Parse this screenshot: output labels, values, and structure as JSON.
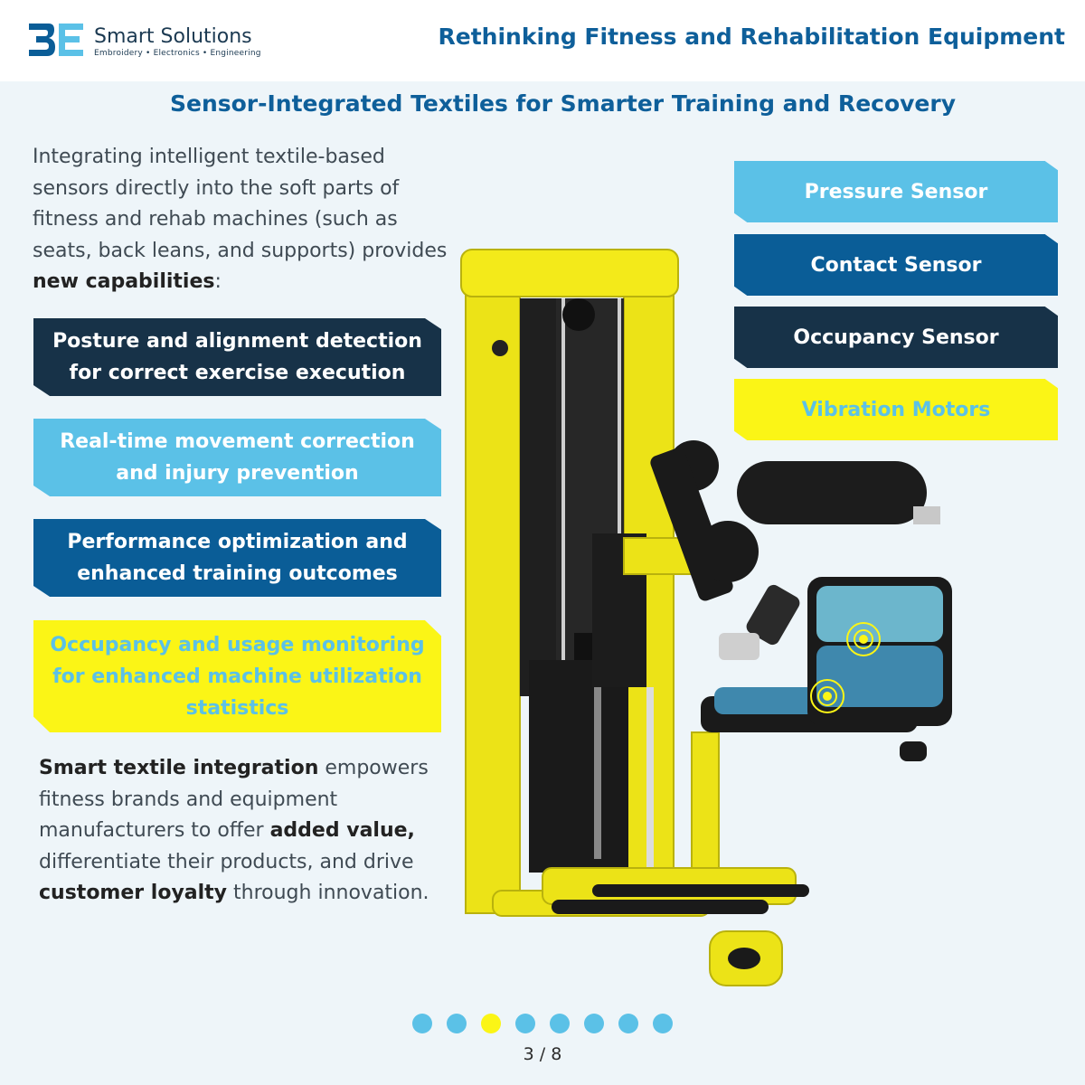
{
  "header": {
    "brand_name": "Smart Solutions",
    "brand_tagline": "Embroidery • Electronics • Engineering",
    "title": "Rethinking Fitness and Rehabilitation Equipment"
  },
  "subtitle": "Sensor-Integrated Textiles for Smarter Training and Recovery",
  "intro": {
    "text": "Integrating intelligent textile-based sensors directly into the soft parts of fitness and rehab machines (such as seats, back leans, and supports) provides ",
    "bold": "new capabilities",
    "end": ":"
  },
  "capabilities": [
    "Posture and alignment detection for correct exercise execution",
    "Real-time movement correction and injury prevention",
    "Performance optimization and enhanced training outcomes",
    "Occupancy and usage monitoring for enhanced machine utilization statistics"
  ],
  "sensors": [
    "Pressure Sensor",
    "Contact Sensor",
    "Occupancy Sensor",
    "Vibration Motors"
  ],
  "outro": {
    "b1": "Smart textile integration",
    "t1": " empowers fitness brands and equipment manufacturers to offer ",
    "b2": "added value,",
    "t2": " differentiate their products, and drive ",
    "b3": "customer loyalty",
    "t3": " through innovation."
  },
  "pagination": {
    "current": 3,
    "total": 8,
    "label": "3 / 8"
  },
  "colors": {
    "dark_navy": "#173248",
    "light_blue": "#5bc1e7",
    "mid_blue": "#0a5d97",
    "yellow": "#fbf516",
    "title_blue": "#0e5f9a"
  }
}
